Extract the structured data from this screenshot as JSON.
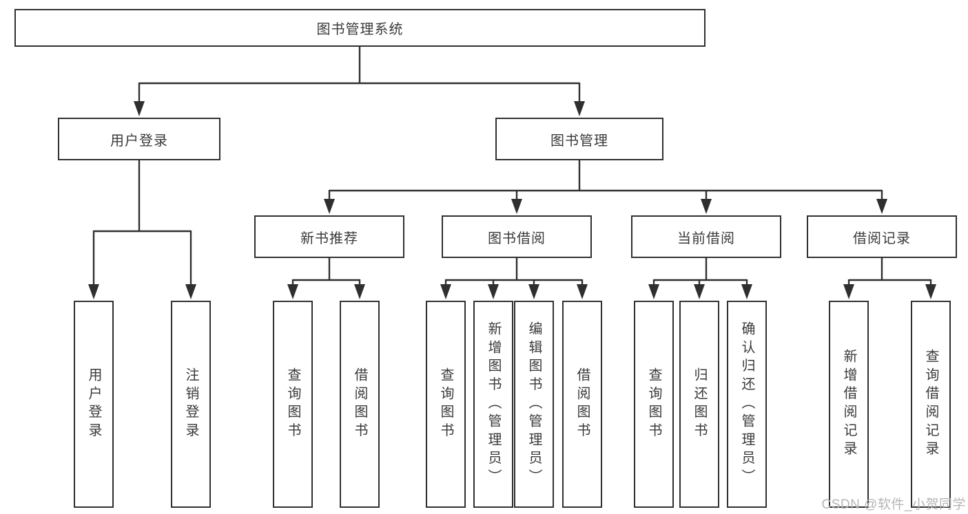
{
  "tree": {
    "label": "图书管理系统",
    "children": [
      {
        "label": "用户登录",
        "children": [
          {
            "label": "用户登录"
          },
          {
            "label": "注销登录"
          }
        ]
      },
      {
        "label": "图书管理",
        "children": [
          {
            "label": "新书推荐",
            "children": [
              {
                "label": "查询图书"
              },
              {
                "label": "借阅图书"
              }
            ]
          },
          {
            "label": "图书借阅",
            "children": [
              {
                "label": "查询图书"
              },
              {
                "label": "新增图书（管理员）"
              },
              {
                "label": "编辑图书（管理员）"
              },
              {
                "label": "借阅图书"
              }
            ]
          },
          {
            "label": "当前借阅",
            "children": [
              {
                "label": "查询图书"
              },
              {
                "label": "归还图书"
              },
              {
                "label": "确认归还（管理员）"
              }
            ]
          },
          {
            "label": "借阅记录",
            "children": [
              {
                "label": "新增借阅记录"
              },
              {
                "label": "查询借阅记录"
              }
            ]
          }
        ]
      }
    ]
  },
  "watermark": "CSDN @软件_小贺同学",
  "colors": {
    "line": "#2f2f2f",
    "box_border": "#2f2f2f",
    "text": "#3a3a3a",
    "background": "#ffffff",
    "watermark": "#b5b5b5"
  }
}
